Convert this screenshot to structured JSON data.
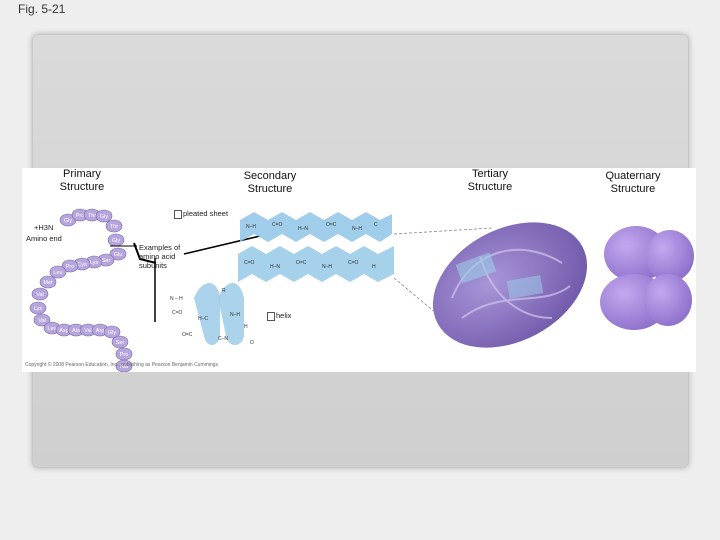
{
  "figure_label": "Fig. 5-21",
  "headers": {
    "primary": [
      "Primary",
      "Structure"
    ],
    "secondary": [
      "Secondary",
      "Structure"
    ],
    "tertiary": [
      "Tertiary",
      "Structure"
    ],
    "quaternary": [
      "Quaternary",
      "Structure"
    ]
  },
  "labels": {
    "n_terminus": "+H3N",
    "amino_end": "Amino end",
    "pleated_sheet": "pleated sheet",
    "examples": [
      "Examples of",
      "amino acid",
      "subunits"
    ],
    "helix": "helix",
    "copyright": "Copyright © 2008 Pearson Education, Inc., publishing as Pearson Benjamin Cummings"
  },
  "amino_acids": [
    "Gly",
    "Pro",
    "Thr",
    "Gly",
    "Thr",
    "Gly",
    "Glu",
    "Ser",
    "Lys",
    "Cys",
    "Pro",
    "Leu",
    "Met",
    "Val",
    "Lys",
    "Val",
    "Leu",
    "Asp",
    "Ala",
    "Val",
    "Arg",
    "Gly",
    "Ser",
    "Pro",
    "Ala"
  ],
  "colors": {
    "bead": "#b7a6dc",
    "bead_stroke": "#7a66b0",
    "sheet": "#8fc6e6",
    "helix": "#9ccbe8",
    "tertiary": "#8d76c4",
    "quaternary": "#9d7fd8"
  }
}
